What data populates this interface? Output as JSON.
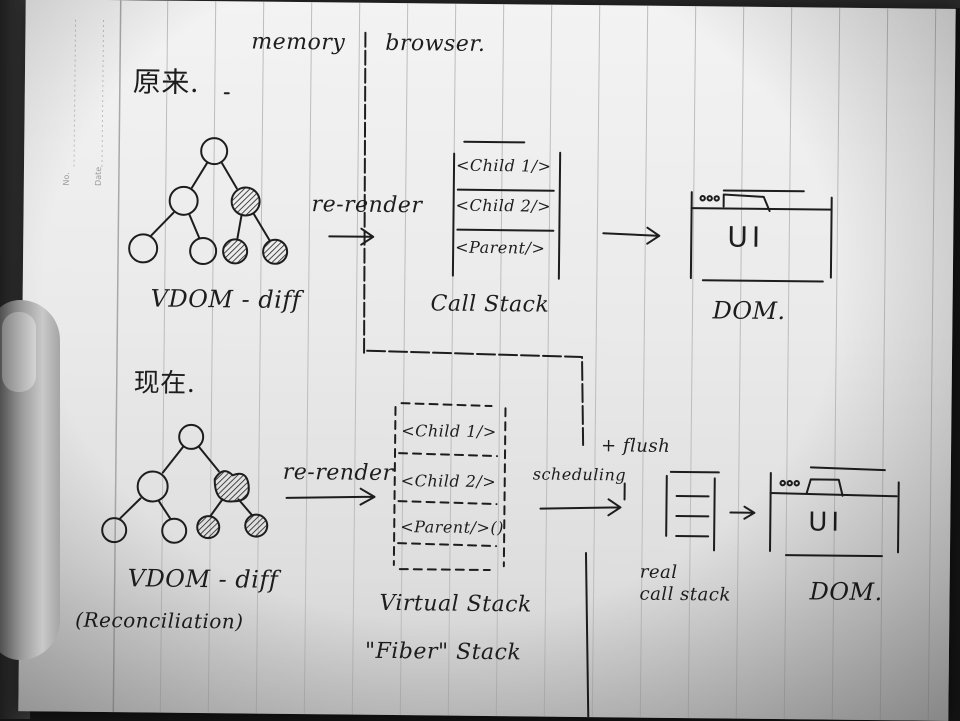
{
  "header": {
    "memory": "memory",
    "browser": "browser."
  },
  "paper_labels": {
    "no": "No.",
    "date": "Date"
  },
  "top_section": {
    "title": "原来.",
    "vdom_label": "VDOM - diff",
    "rerender_label": "re-render",
    "call_stack": [
      "<Child 1/>",
      "<Child 2/>",
      "<Parent/>"
    ],
    "call_stack_label": "Call Stack",
    "dom_ui": "UI",
    "dom_label": "DOM."
  },
  "bottom_section": {
    "title": "现在.",
    "vdom_label": "VDOM - diff",
    "reconciliation_label": "(Reconciliation)",
    "rerender_label": "re-render",
    "virtual_stack": [
      "<Child 1/>",
      "<Child 2/>",
      "<Parent/>()"
    ],
    "virtual_stack_label": "Virtual Stack",
    "fiber_label": "\"Fiber\" Stack",
    "scheduling_label": "scheduling",
    "flush_label": "+ flush",
    "real_stack_label_1": "real",
    "real_stack_label_2": "call stack",
    "dom_ui": "UI",
    "dom_label": "DOM."
  },
  "colors": {
    "ink": "#1d1d1d",
    "paper": "#ececec",
    "ruling": "#b9b9b9"
  }
}
